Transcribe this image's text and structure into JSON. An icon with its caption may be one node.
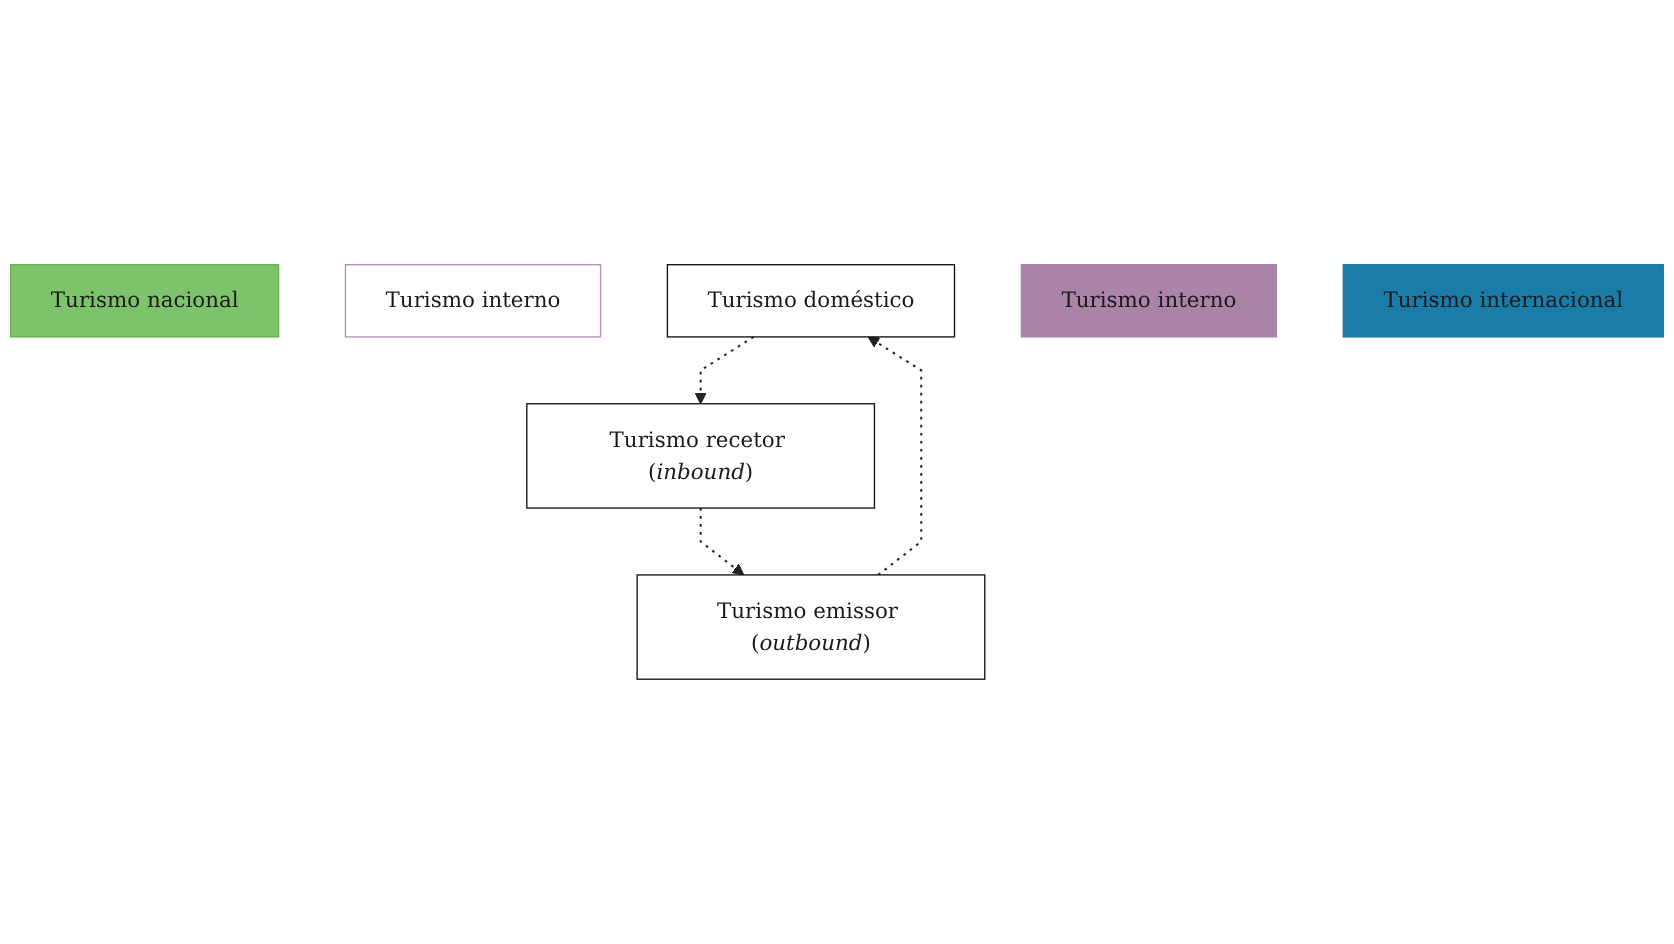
{
  "diagram": {
    "nodes": [
      {
        "text": [
          "Turismo nacional"
        ]
      },
      {
        "text": [
          "Turismo interno"
        ]
      },
      {
        "text": [
          "Turismo doméstico"
        ]
      },
      {
        "text": [
          "Turismo emissor (*outbound*)"
        ]
      },
      {
        "text": [
          "Turismo recetor (*inbound*)"
        ]
      },
      {
        "text": [
          "Turismo interno"
        ]
      },
      {
        "text": [
          "Turismo internacional"
        ]
      }
    ],
    "edges": [
      {
        "from": 3,
        "to": 2,
        "arrow": "to",
        "style": "dashed"
      },
      {
        "from": 2,
        "to": 4,
        "arrow": "to",
        "style": "dashed"
      },
      {
        "from": 4,
        "to": 3,
        "arrow": "to",
        "style": "dashed"
      }
    ]
  }
}
